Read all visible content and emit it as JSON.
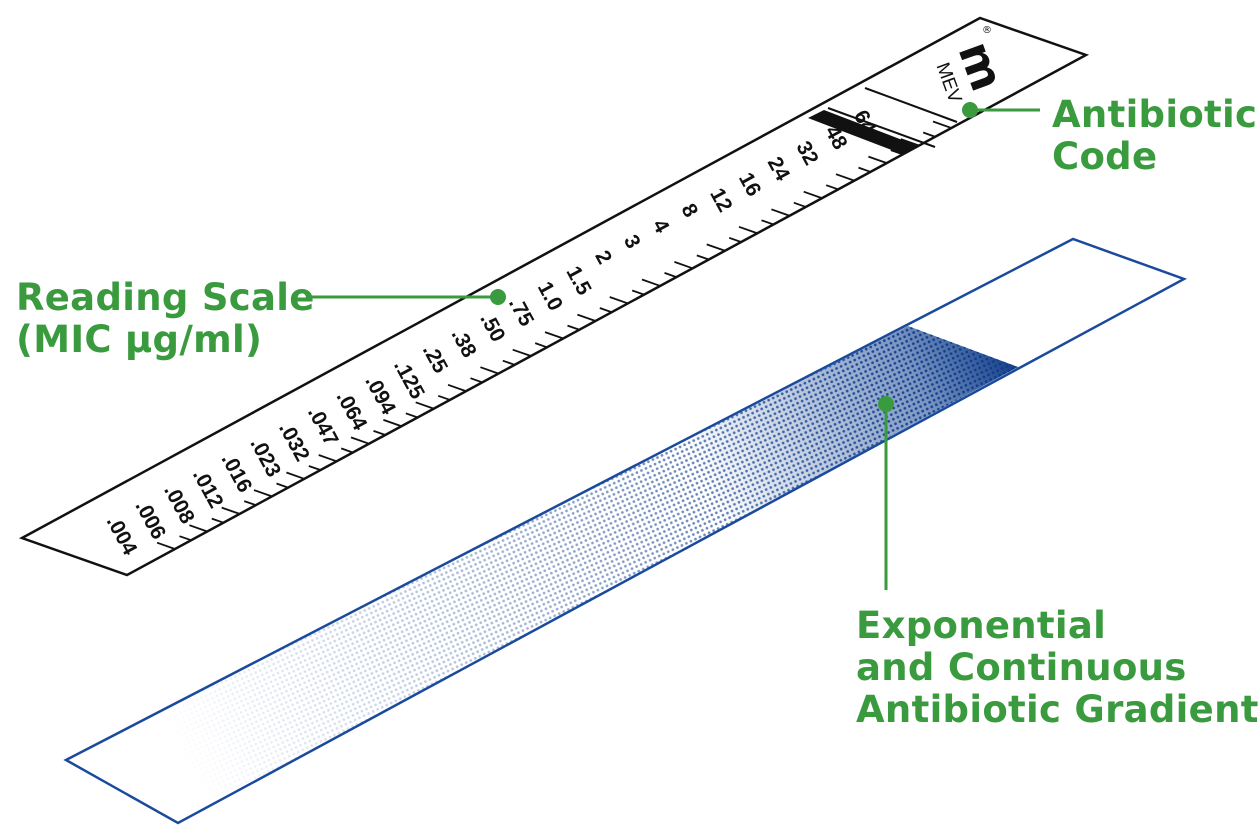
{
  "callouts": {
    "reading_scale": {
      "line1": "Reading Scale",
      "line2": "(MIC µg/ml)"
    },
    "antibiotic_code": {
      "line1": "Antibiotic",
      "line2": "Code"
    },
    "gradient": {
      "line1": "Exponential",
      "line2": "and Continuous",
      "line3": "Antibiotic Gradient"
    }
  },
  "scale_values": [
    ".004",
    ".006",
    ".008",
    ".012",
    ".016",
    ".023",
    ".032",
    ".047",
    ".064",
    ".094",
    ".125",
    ".25",
    ".38",
    ".50",
    ".75",
    "1.0",
    "1.5",
    "2",
    "3",
    "4",
    "8",
    "12",
    "16",
    "24",
    "32",
    "48",
    "64"
  ],
  "logo": {
    "mark": "m",
    "word": "MEV",
    "registered": "®"
  },
  "colors": {
    "callout_green": "#3a9a3e",
    "gradient_blue": "#103f8f",
    "strip_outline": "#1a4a9c",
    "ink": "#111111"
  }
}
